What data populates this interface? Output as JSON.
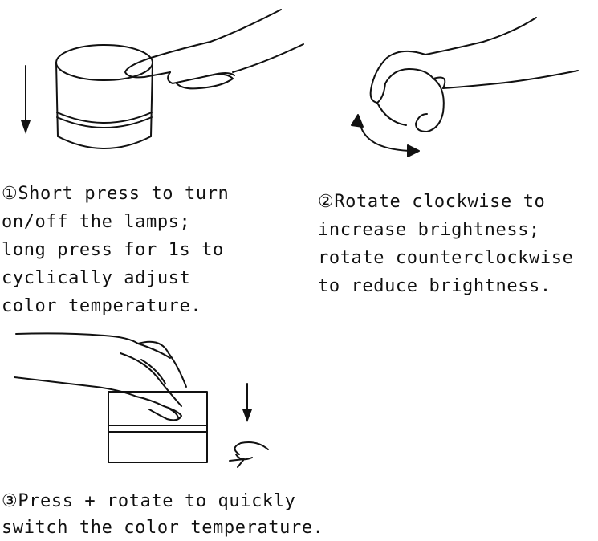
{
  "steps": [
    {
      "lines": [
        "①Short press to turn",
        "on/off the lamps;",
        "long press for 1s to",
        "cyclically adjust",
        "color temperature."
      ]
    },
    {
      "lines": [
        "②Rotate clockwise to",
        "increase brightness;",
        "rotate counterclockwise",
        "to reduce brightness."
      ]
    },
    {
      "lines": [
        "③Press + rotate to quickly",
        "switch the color temperature."
      ]
    }
  ],
  "colors": {
    "ink": "#111111",
    "background": "#ffffff"
  }
}
